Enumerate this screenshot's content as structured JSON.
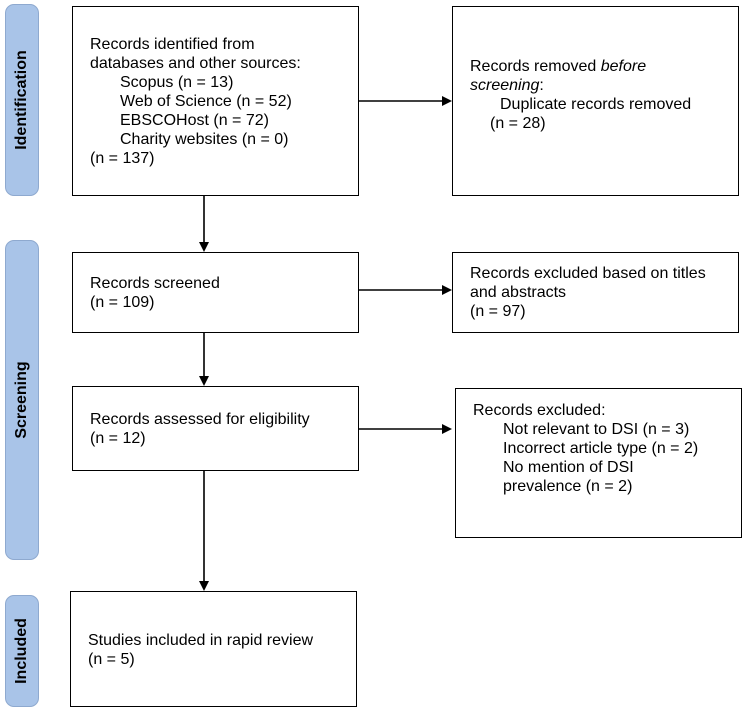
{
  "phases": {
    "identification": "Identification",
    "screening": "Screening",
    "included": "Included"
  },
  "identified": {
    "line1": "Records identified from",
    "line2": "databases and other sources:",
    "sources": [
      "Scopus (n = 13)",
      "Web of Science (n = 52)",
      "EBSCOHost (n = 72)",
      "Charity websites (n = 0)"
    ],
    "total": "(n = 137)"
  },
  "removed": {
    "prefix": "Records removed ",
    "emph": "before",
    "line2_emph": "screening",
    "line2_rest": ":",
    "item": "Duplicate records removed",
    "count": "(n = 28)"
  },
  "screened": {
    "label": "Records screened",
    "count": "(n = 109)"
  },
  "excluded_titles": {
    "line1": "Records excluded based on titles",
    "line2": "and abstracts",
    "count": "(n = 97)"
  },
  "assessed": {
    "label": "Records assessed for eligibility",
    "count": "(n = 12)"
  },
  "excluded": {
    "label": "Records excluded:",
    "reasons": [
      "Not relevant to DSI (n = 3)",
      "Incorrect article type (n = 2)",
      "No mention of DSI",
      "prevalence (n = 2)"
    ]
  },
  "included_box": {
    "label": "Studies included in rapid review",
    "count": "(n = 5)"
  }
}
